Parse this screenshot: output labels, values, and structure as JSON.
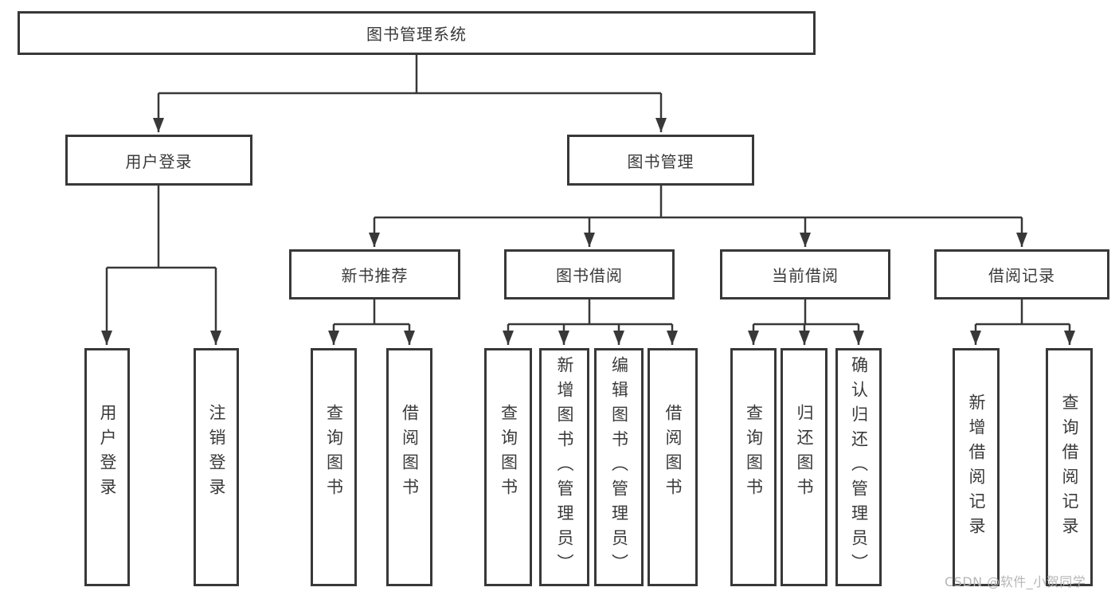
{
  "diagram_type": "functional-structure-tree",
  "colors": {
    "line": "#383838",
    "box_border": "#383838",
    "text": "#3a3a3a",
    "background": "#ffffff",
    "watermark": "#b3b3b3"
  },
  "diagram": {
    "root": {
      "label": "图书管理系统"
    },
    "branches": [
      {
        "label": "用户登录",
        "children": [
          {
            "label": "用户登录"
          },
          {
            "label": "注销登录"
          }
        ]
      },
      {
        "label": "图书管理",
        "children": [
          {
            "label": "新书推荐",
            "children": [
              {
                "label": "查询图书"
              },
              {
                "label": "借阅图书"
              }
            ]
          },
          {
            "label": "图书借阅",
            "children": [
              {
                "label": "查询图书"
              },
              {
                "label": "新增图书（管理员）"
              },
              {
                "label": "编辑图书（管理员）"
              },
              {
                "label": "借阅图书"
              }
            ]
          },
          {
            "label": "当前借阅",
            "children": [
              {
                "label": "查询图书"
              },
              {
                "label": "归还图书"
              },
              {
                "label": "确认归还（管理员）"
              }
            ]
          },
          {
            "label": "借阅记录",
            "children": [
              {
                "label": "新增借阅记录"
              },
              {
                "label": "查询借阅记录"
              }
            ]
          }
        ]
      }
    ]
  },
  "watermark": {
    "text": "CSDN @软件_小贺同学"
  }
}
